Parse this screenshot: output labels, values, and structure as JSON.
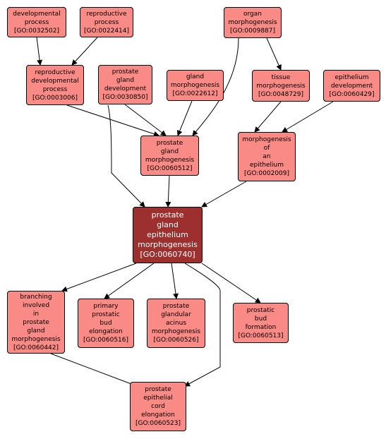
{
  "colors": {
    "node_fill": "#f98a85",
    "focus_fill": "#9e2f2f",
    "border": "#000000",
    "edge": "#000000"
  },
  "nodes": {
    "go0032502": {
      "lines": [
        "developmental",
        "process",
        "[GO:0032502]"
      ]
    },
    "go0022414": {
      "lines": [
        "reproductive",
        "process",
        "[GO:0022414]"
      ]
    },
    "go0009887": {
      "lines": [
        "organ",
        "morphogenesis",
        "[GO:0009887]"
      ]
    },
    "go0003006": {
      "lines": [
        "reproductive",
        "developmental",
        "process",
        "[GO:0003006]"
      ]
    },
    "go0030850": {
      "lines": [
        "prostate",
        "gland",
        "development",
        "[GO:0030850]"
      ]
    },
    "go0022612": {
      "lines": [
        "gland",
        "morphogenesis",
        "[GO:0022612]"
      ]
    },
    "go0048729": {
      "lines": [
        "tissue",
        "morphogenesis",
        "[GO:0048729]"
      ]
    },
    "go0060429": {
      "lines": [
        "epithelium",
        "development",
        "[GO:0060429]"
      ]
    },
    "go0060512": {
      "lines": [
        "prostate",
        "gland",
        "morphogenesis",
        "[GO:0060512]"
      ]
    },
    "go0002009": {
      "lines": [
        "morphogenesis",
        "of",
        "an",
        "epithelium",
        "[GO:0002009]"
      ]
    },
    "go0060740": {
      "lines": [
        "prostate",
        "gland",
        "epithelium",
        "morphogenesis",
        "[GO:0060740]"
      ]
    },
    "go0060442": {
      "lines": [
        "branching",
        "involved",
        "in",
        "prostate",
        "gland",
        "morphogenesis",
        "[GO:0060442]"
      ]
    },
    "go0060516": {
      "lines": [
        "primary",
        "prostatic",
        "bud",
        "elongation",
        "[GO:0060516]"
      ]
    },
    "go0060526": {
      "lines": [
        "prostate",
        "glandular",
        "acinus",
        "morphogenesis",
        "[GO:0060526]"
      ]
    },
    "go0060513": {
      "lines": [
        "prostatic",
        "bud",
        "formation",
        "[GO:0060513]"
      ]
    },
    "go0060523": {
      "lines": [
        "prostate",
        "epithelial",
        "cord",
        "elongation",
        "[GO:0060523]"
      ]
    }
  }
}
